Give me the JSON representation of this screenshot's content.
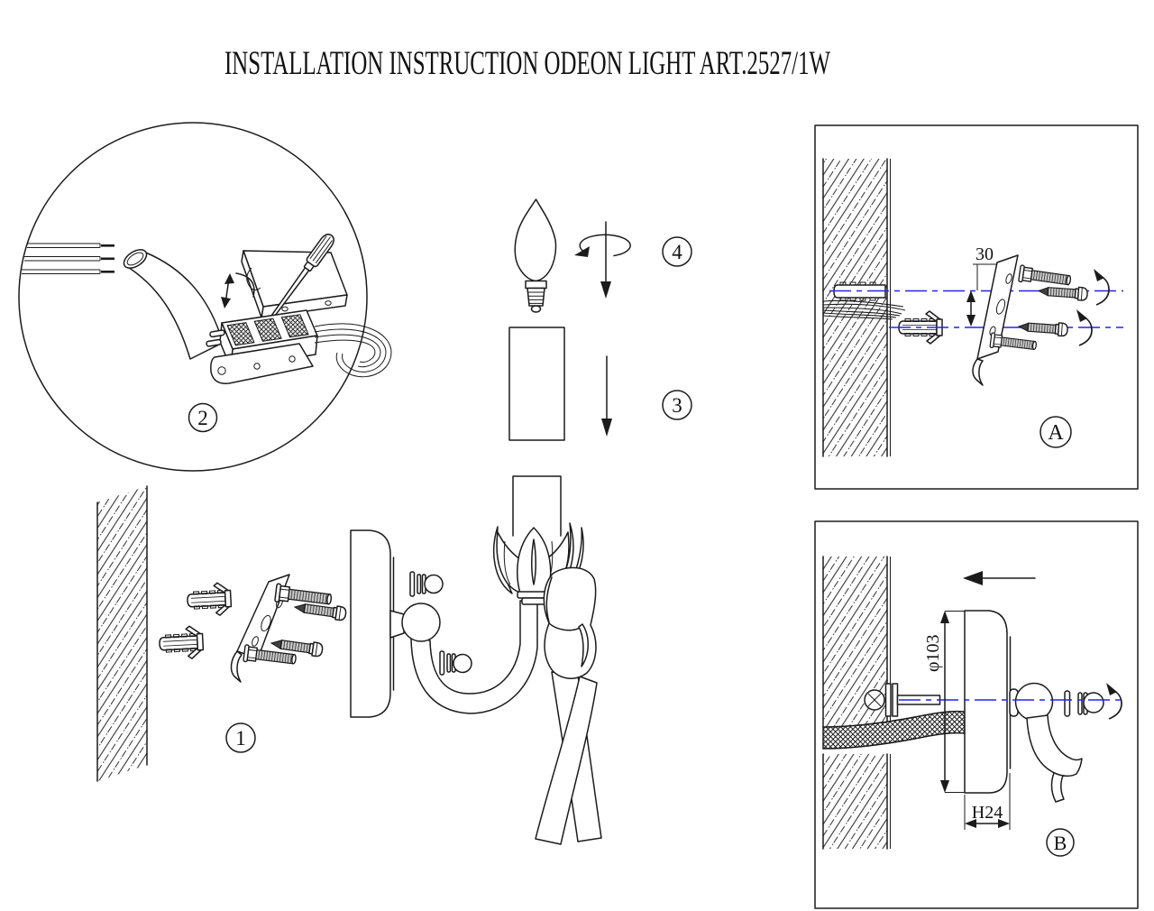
{
  "title": "INSTALLATION INSTRUCTION ODEON LIGHT ART.2527/1W",
  "callouts": {
    "step1": "1",
    "step2": "2",
    "step3": "3",
    "step4": "4",
    "detailA": "A",
    "detailB": "B"
  },
  "dimensions": {
    "bracket_hole_spacing": "30",
    "backplate_diameter": "φ103",
    "backplate_depth": "H24"
  },
  "colors": {
    "line": "#1b1b1b",
    "centerline_blue": "#2323ee",
    "background": "#ffffff"
  }
}
